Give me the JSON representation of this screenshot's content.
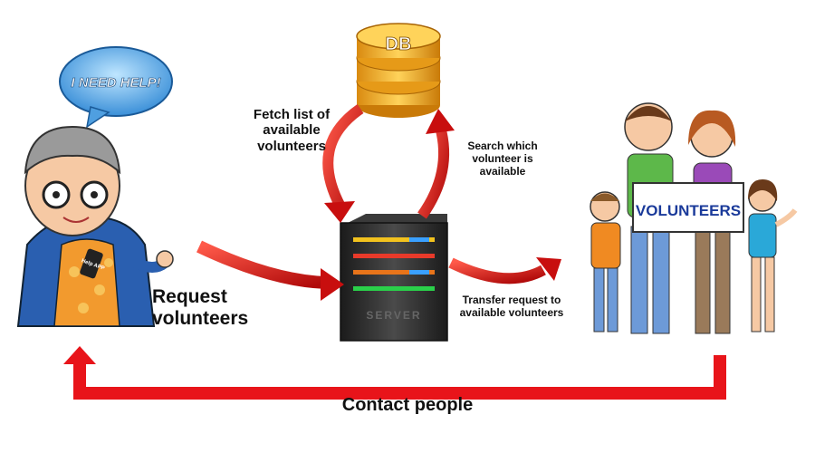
{
  "bubble_text": "I NEED HELP!",
  "db_label": "DB",
  "phone_label": "Help APP",
  "server_label": "SERVER",
  "banner_text": "VOLUNTEERS",
  "arrows": {
    "fetch": "Fetch list of available volunteers",
    "search": "Search which volunteer is available",
    "request": "Request volunteers",
    "transfer": "Transfer request to available volunteers",
    "contact": "Contact people"
  },
  "colors": {
    "arrow_red": "#d41414",
    "loop_red": "#e8141a",
    "db_gold": "#f2a81c",
    "server_dark": "#2a2a2a",
    "bubble_blue": "#3a8fd8"
  }
}
